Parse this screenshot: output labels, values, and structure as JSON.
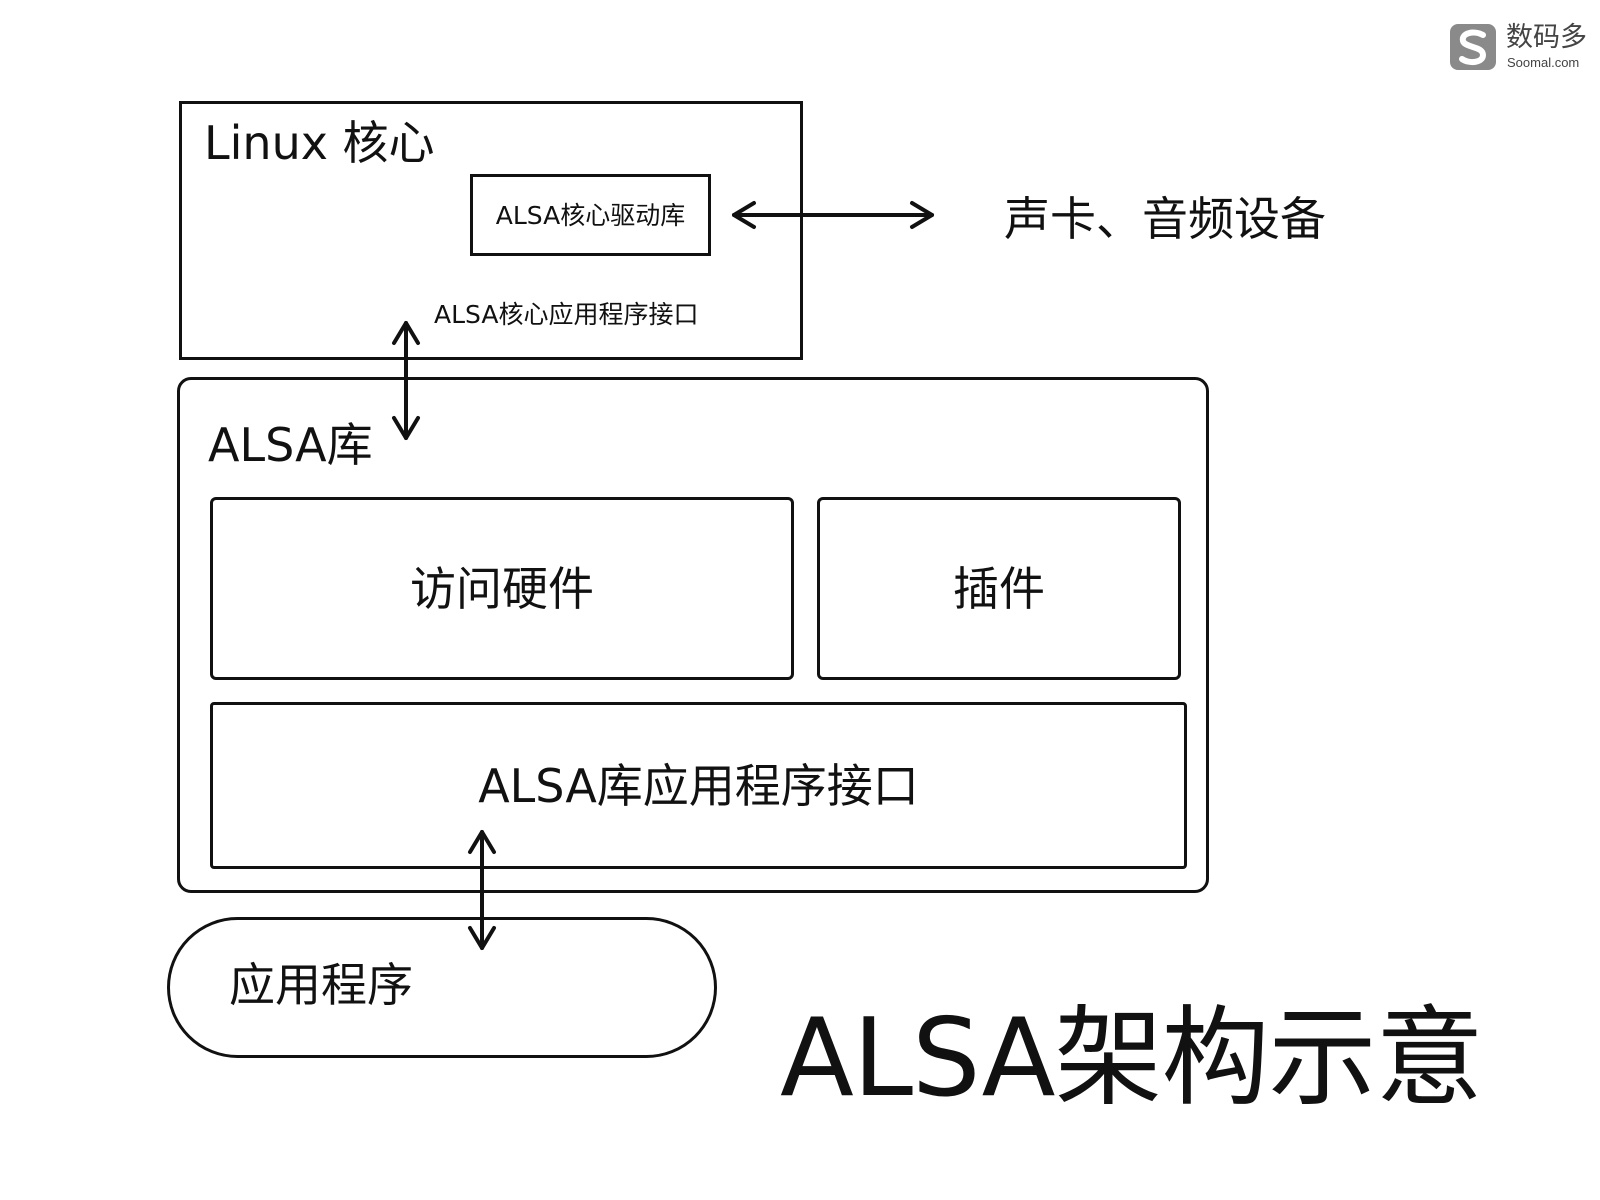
{
  "diagram": {
    "title": "ALSA架构示意",
    "kernel": {
      "title": "Linux 核心",
      "driver_library": "ALSA核心驱动库",
      "core_api": "ALSA核心应用程序接口"
    },
    "sound_devices": "声卡、音频设备",
    "alsa_library": {
      "title": "ALSA库",
      "hardware_access": "访问硬件",
      "plugins": "插件",
      "library_api": "ALSA库应用程序接口"
    },
    "application": "应用程序"
  },
  "watermark": {
    "brand_cn": "数码多",
    "brand_en": "Soomal.com",
    "logo_icon": "soomal-s-logo-icon",
    "logo_color": "#8a8a8a"
  },
  "colors": {
    "stroke": "#111111",
    "background": "#ffffff"
  }
}
